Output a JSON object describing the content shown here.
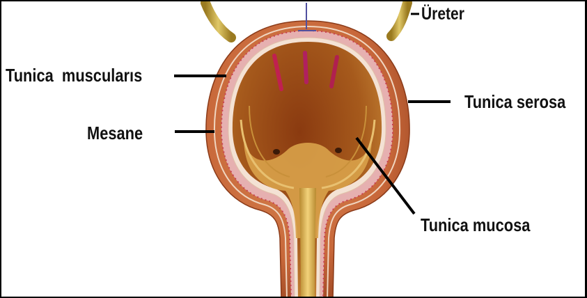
{
  "diagram": {
    "labels": {
      "ureter": "Üreter",
      "tunica_muscularis": "Tunica  muscularıs",
      "tunica_serosa": "Tunica serosa",
      "mesane": "Mesane",
      "tunica_mucosa": "Tunica mucosa"
    },
    "colors": {
      "serosa": "#c8683a",
      "muscularis": "#e6b0b0",
      "mucosa_wall": "#cf8a3a",
      "cavity": "#a25018",
      "ureter": "#c8a640",
      "urethra": "#e0b458",
      "leader_line": "#000000"
    }
  }
}
